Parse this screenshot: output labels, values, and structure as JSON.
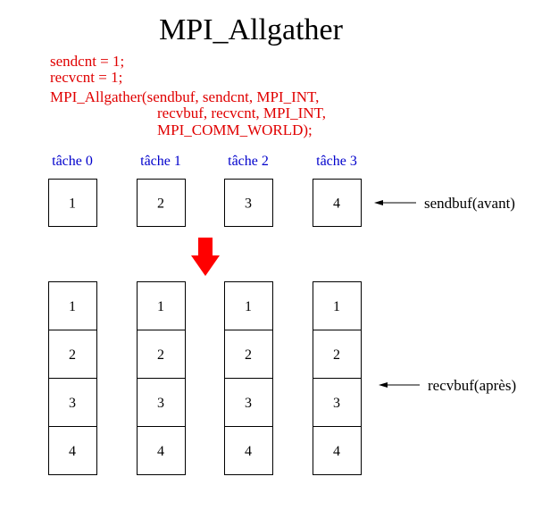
{
  "title": "MPI_Allgather",
  "code_lines": [
    "sendcnt = 1;",
    "recvcnt = 1;",
    "MPI_Allgather(sendbuf, sendcnt, MPI_INT,",
    "recvbuf, recvcnt, MPI_INT,",
    "MPI_COMM_WORLD);"
  ],
  "tasks": [
    {
      "label": "tâche 0",
      "send": "1",
      "recv": [
        "1",
        "2",
        "3",
        "4"
      ]
    },
    {
      "label": "tâche 1",
      "send": "2",
      "recv": [
        "1",
        "2",
        "3",
        "4"
      ]
    },
    {
      "label": "tâche 2",
      "send": "3",
      "recv": [
        "1",
        "2",
        "3",
        "4"
      ]
    },
    {
      "label": "tâche 3",
      "send": "4",
      "recv": [
        "1",
        "2",
        "3",
        "4"
      ]
    }
  ],
  "labels": {
    "sendbuf": "sendbuf(avant)",
    "recvbuf": "recvbuf(après)"
  },
  "colors": {
    "code": "#e00000",
    "task_label": "#0000cc",
    "arrow": "#ff0000",
    "box_stroke": "#000000",
    "text": "#000000"
  }
}
